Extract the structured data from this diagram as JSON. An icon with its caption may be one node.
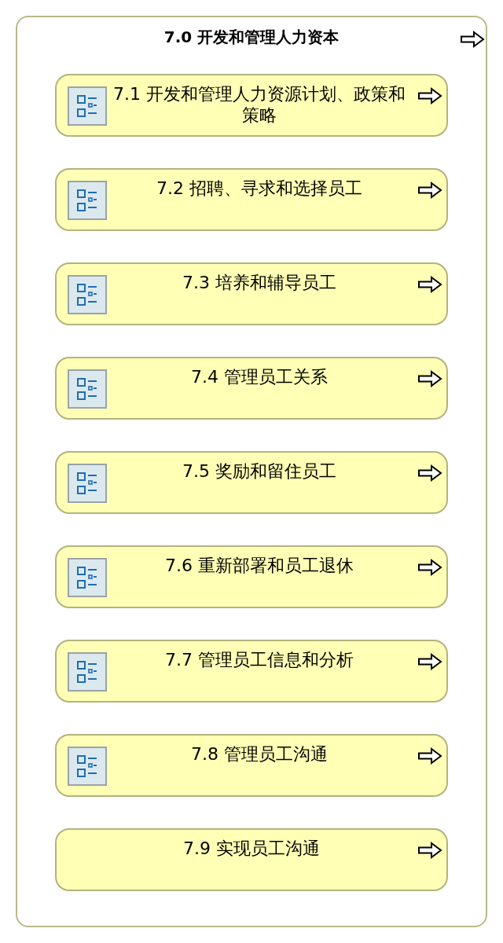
{
  "diagram": {
    "nodes": [
      {
        "text": [
          "7.0 开发和管理人力资本"
        ]
      },
      {
        "text": [
          "7.1 开发和管理人力资源计划、政策和策略"
        ],
        "in": 0
      },
      {
        "text": [
          "7.2 招聘、寻求和选择员工"
        ],
        "in": 0
      },
      {
        "text": [
          "7.3 培养和辅导员工"
        ],
        "in": 0
      },
      {
        "text": [
          "7.4 管理员工关系"
        ],
        "in": 0
      },
      {
        "text": [
          "7.5 奖励和留住员工"
        ],
        "in": 0
      },
      {
        "text": [
          "7.6 重新部署和员工退休"
        ],
        "in": 0
      },
      {
        "text": [
          "7.7 管理员工信息和分析"
        ],
        "in": 0
      },
      {
        "text": [
          "7.8 管理员工沟通"
        ],
        "in": 0
      },
      {
        "text": [
          "7.9 实现员工沟通"
        ],
        "in": 0
      }
    ]
  }
}
